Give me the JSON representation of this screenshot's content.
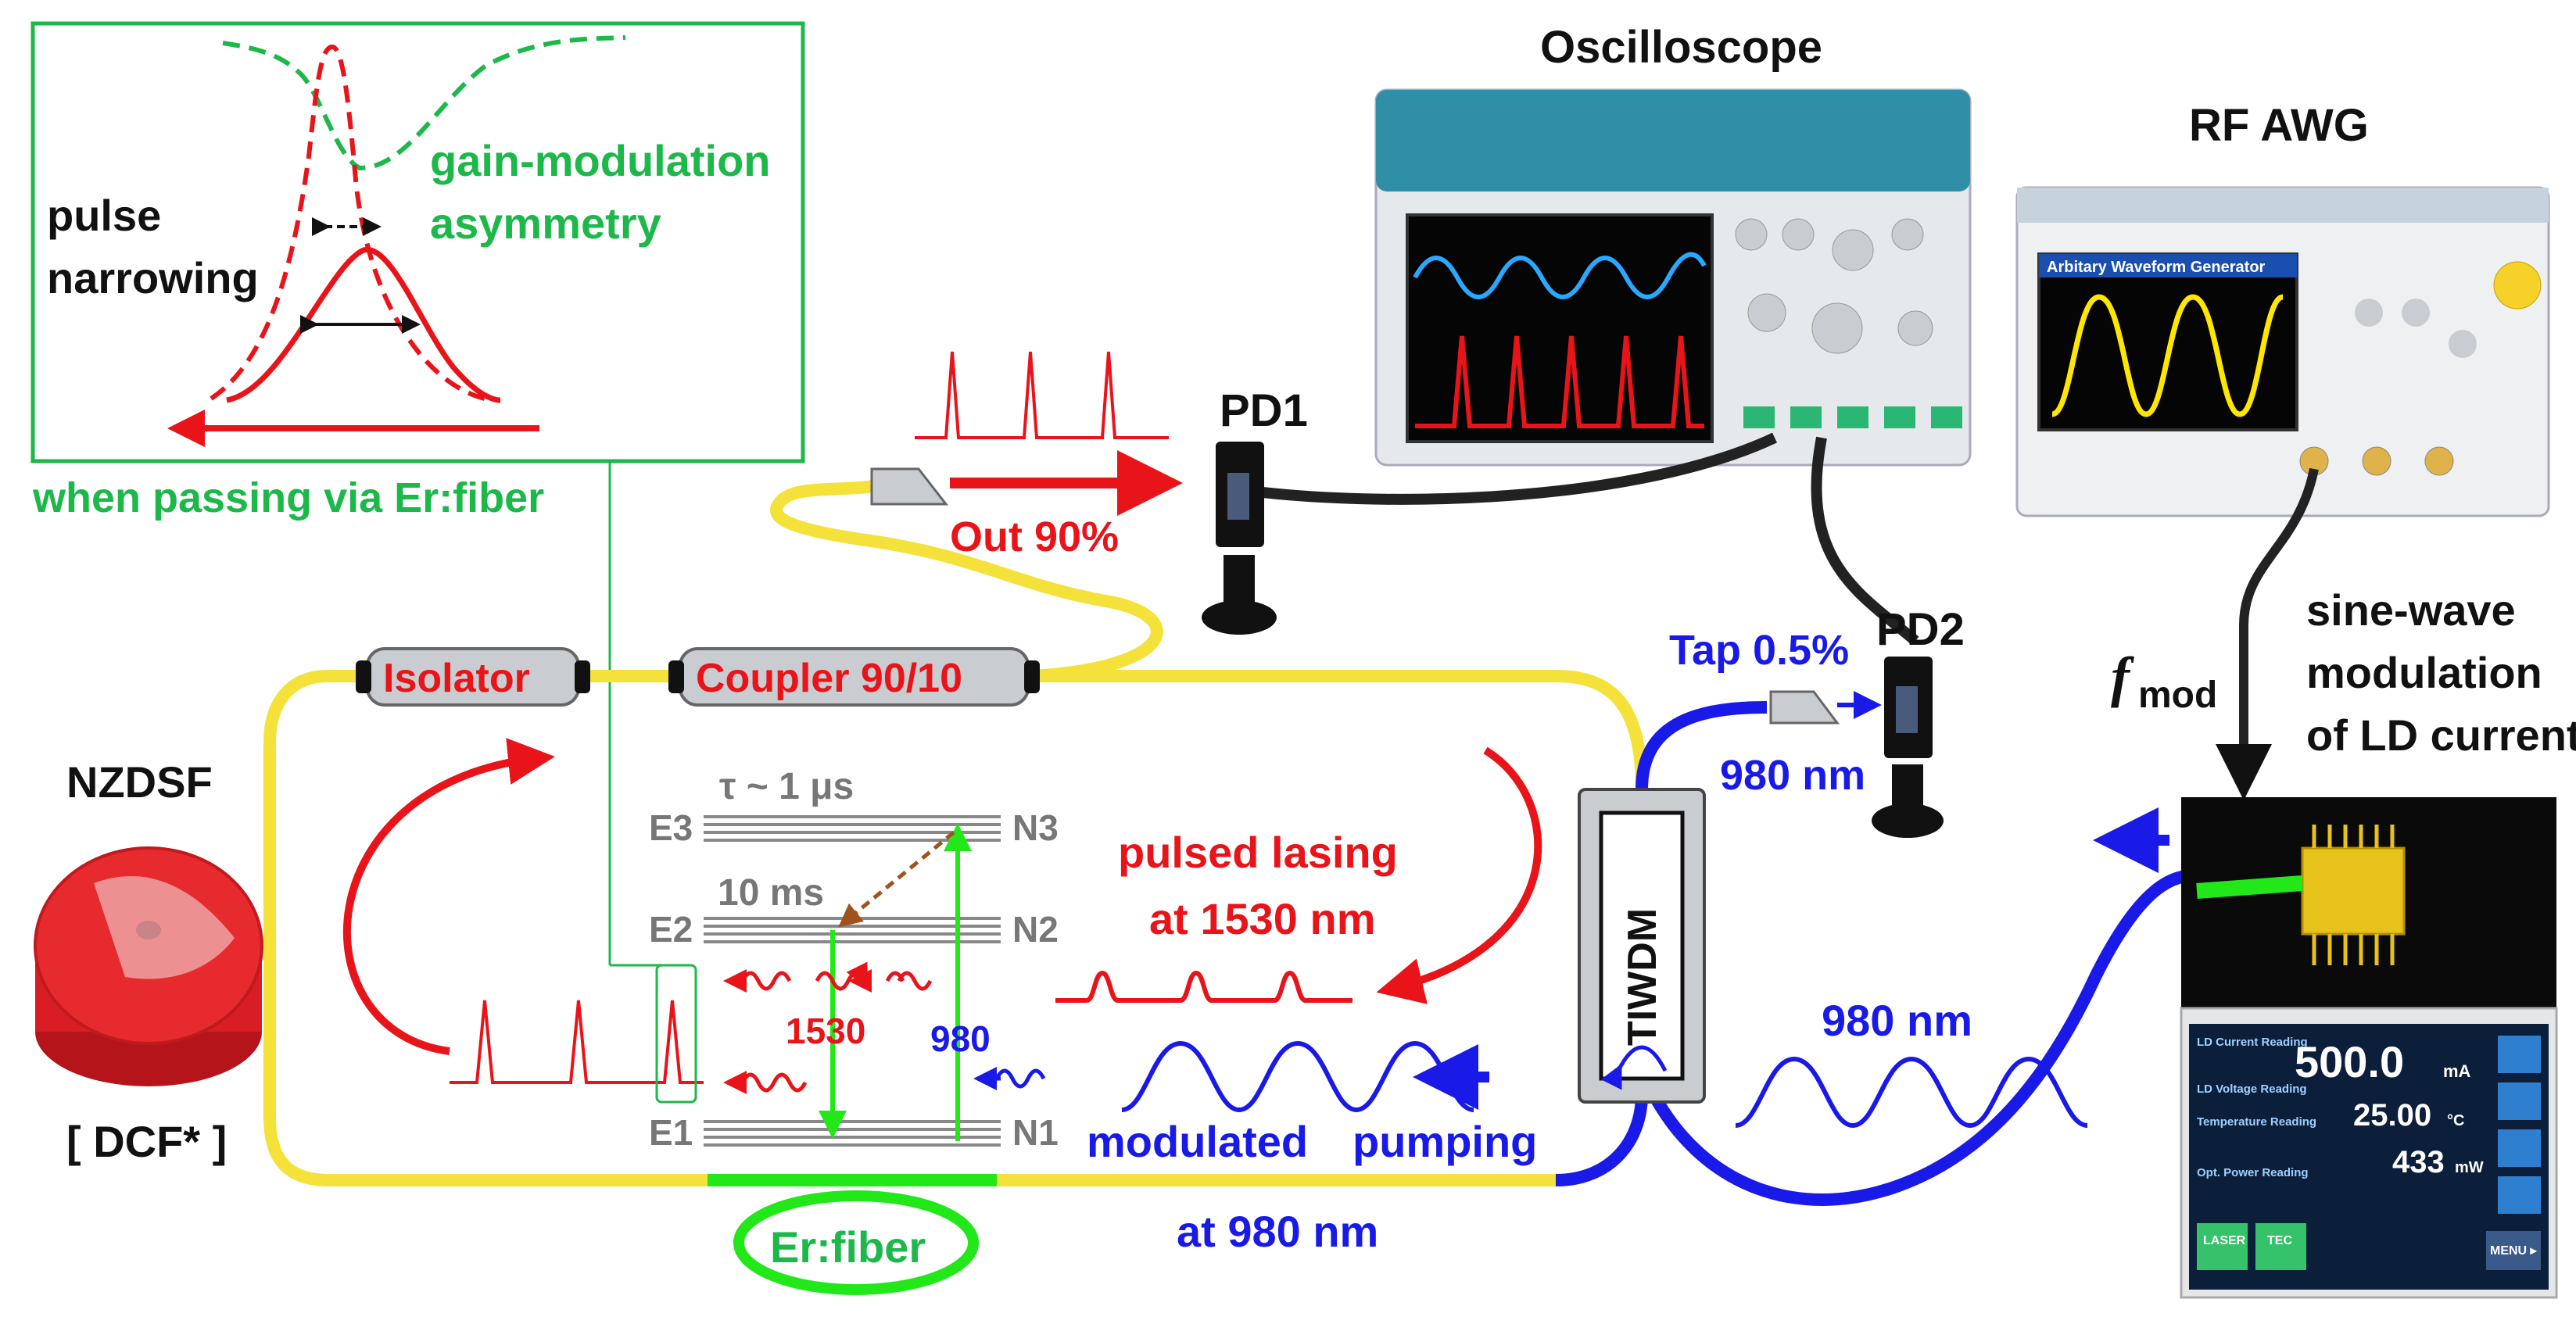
{
  "colors": {
    "red": "#e8141a",
    "green": "#1cb84a",
    "bright_green": "#22e81a",
    "blue": "#1a1ae8",
    "yellow": "#f4e23a",
    "black": "#111111",
    "grey": "#777777",
    "teal_panel": "#2e8fa6",
    "brown": "#a0521c"
  },
  "inset": {
    "pulse_narrowing_line1": "pulse",
    "pulse_narrowing_line2": "narrowing",
    "gain_line1": "gain-modulation",
    "gain_line2": "asymmetry",
    "caption": "when passing via Er:fiber"
  },
  "instruments": {
    "oscilloscope": "Oscilloscope",
    "rf_awg": "RF AWG",
    "awg_screen_title": "Arbitary Waveform Generator",
    "pd1": "PD1",
    "pd2": "PD2"
  },
  "ring": {
    "isolator": "Isolator",
    "coupler": "Coupler 90/10",
    "out": "Out 90%",
    "tap": "Tap 0.5%",
    "tap_wavelength": "980 nm",
    "tiwdm": "TIWDM",
    "er_fiber": "Er:fiber",
    "spool_name": "NZDSF",
    "spool_note": "[ DCF* ]"
  },
  "levels": {
    "tau": "τ ~ 1 μs",
    "ten_ms": "10 ms",
    "e3": "E3",
    "e2": "E2",
    "e1": "E1",
    "n3": "N3",
    "n2": "N2",
    "n1": "N1",
    "wl_1530": "1530",
    "wl_980": "980"
  },
  "labels": {
    "pulsed_line1": "pulsed lasing",
    "pulsed_line2": "at 1530 nm",
    "modulated": "modulated",
    "pumping": "pumping",
    "at_980": "at 980 nm",
    "nm980_right": "980 nm",
    "fmod_f": "f",
    "fmod_sub": "mod",
    "sine_line1": "sine-wave",
    "sine_line2": "modulation",
    "sine_line3": "of LD current"
  },
  "ld_panel": {
    "current_label": "LD Current Reading",
    "current_value": "500.0",
    "current_unit": "mA",
    "voltage_label": "LD Voltage Reading",
    "temp_label": "Temperature Reading",
    "temp_value": "25.00",
    "temp_unit": "°C",
    "power_label": "Opt. Power Reading",
    "power_value": "433",
    "power_unit": "mW",
    "laser_btn": "LASER",
    "tec_btn": "TEC",
    "menu_btn": "MENU ▸"
  }
}
